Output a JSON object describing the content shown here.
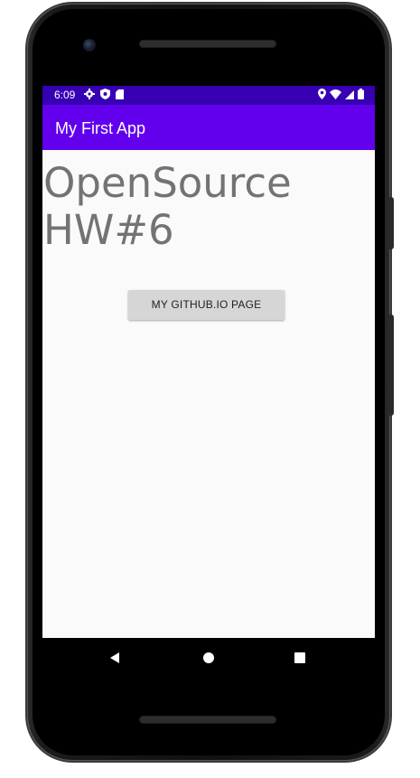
{
  "status_bar": {
    "time": "6:09",
    "left_icons": [
      "settings-icon",
      "shield-icon",
      "sd-card-icon"
    ],
    "right_icons": [
      "location-icon",
      "wifi-icon",
      "signal-icon",
      "battery-icon"
    ],
    "color": "#3700b3"
  },
  "app_bar": {
    "title": "My First App",
    "color": "#6200ee"
  },
  "main": {
    "heading": "OpenSource\nHW#6",
    "button_label": "MY GITHUB.IO PAGE"
  },
  "nav_bar": {
    "buttons": [
      "back-icon",
      "home-icon",
      "recents-icon"
    ]
  }
}
